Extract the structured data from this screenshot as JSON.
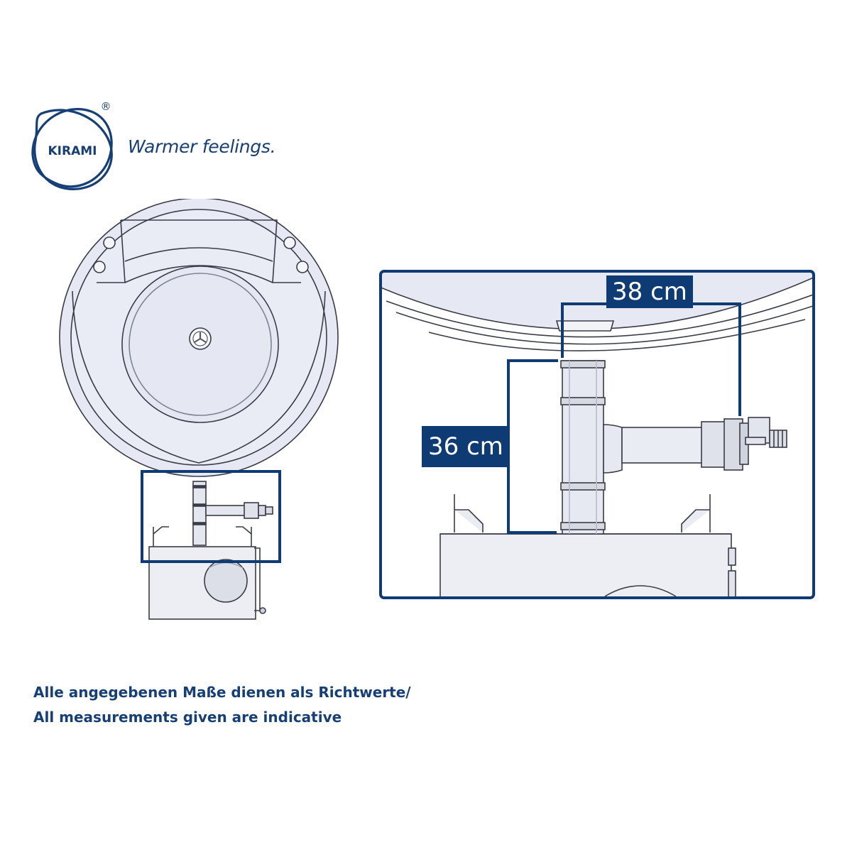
{
  "brand": {
    "logo_text": "KIRAMI",
    "registered_mark": "®",
    "tagline": "Warmer feelings."
  },
  "dimensions": {
    "width_label": "38 cm",
    "height_label": "36 cm"
  },
  "note": {
    "line1": "Alle angegebenen Maße dienen als Richtwerte/",
    "line2": "All measurements given are indicative"
  },
  "colors": {
    "brand_blue": "#0f3b75",
    "tub_fill": "#e8ebf4",
    "outline": "#3a3c48"
  },
  "icons": [
    "kirami-logo",
    "drain-icon",
    "zoom-frame"
  ]
}
